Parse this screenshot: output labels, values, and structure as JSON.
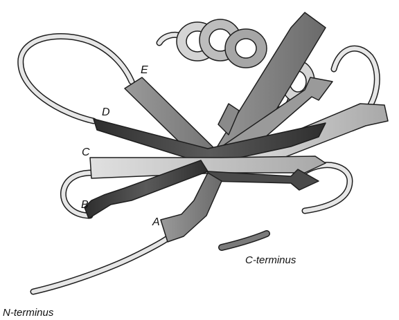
{
  "labels": {
    "strand_a": "A",
    "strand_b": "B",
    "strand_c": "C",
    "strand_d": "D",
    "strand_e": "E",
    "n_terminus": "N-terminus",
    "c_terminus": "C-terminus"
  },
  "colors": {
    "background": "#ffffff",
    "strand_dark": "#3c3c3c",
    "strand_mid": "#8a8a8a",
    "strand_light": "#c9c9c9",
    "helix_light": "#d4d4d4",
    "loop_fill": "#e6e6e6",
    "outline": "#1e1e1e"
  }
}
